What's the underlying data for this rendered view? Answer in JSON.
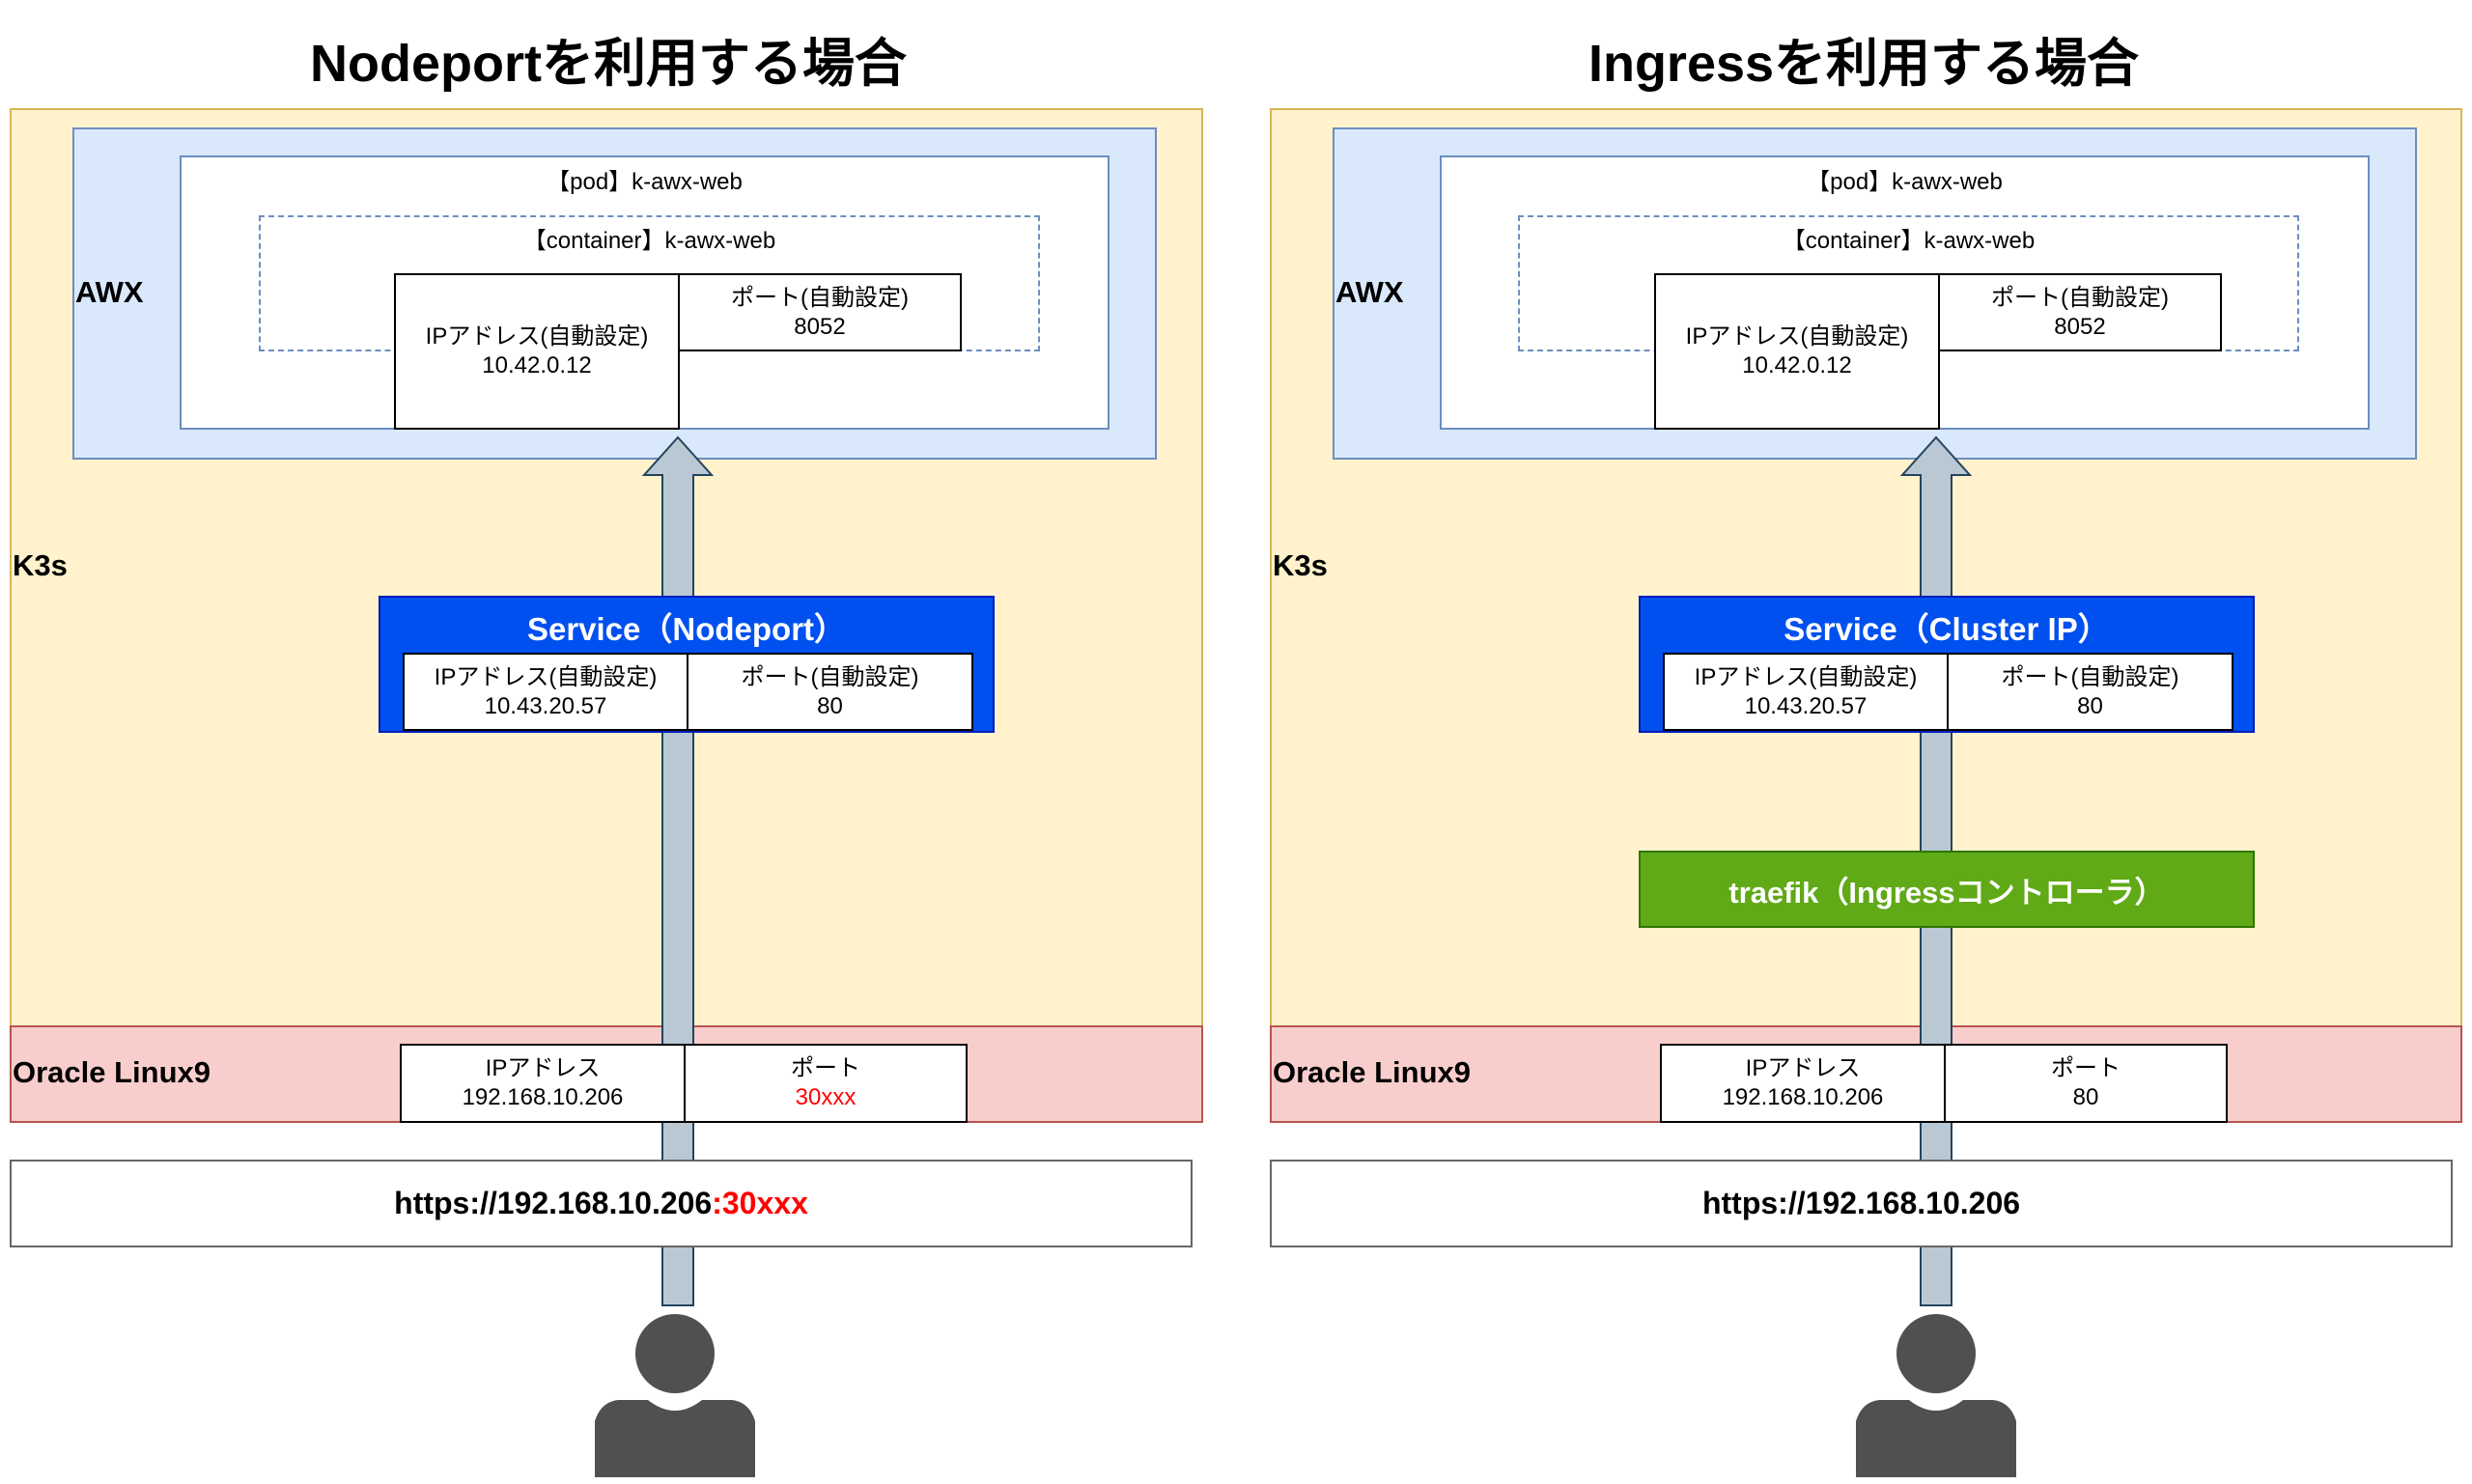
{
  "colors": {
    "k3s_fill": "#fff2cc",
    "oracle_fill": "#f8cecc",
    "awx_fill": "#dae8fc",
    "service_fill": "#0050ef",
    "traefik_fill": "#60a917",
    "arrow_fill": "#bac8d3",
    "person_fill": "#505050",
    "highlight_red": "#ff0000"
  },
  "left": {
    "title": "Nodeportを利用する場合",
    "k3s_label": "K3s",
    "awx_label": "AWX",
    "pod_label": "【pod】k-awx-web",
    "container_label": "【container】k-awx-web",
    "pod_ip": {
      "line1": "IPアドレス(自動設定)",
      "line2": "10.42.0.12"
    },
    "pod_port": {
      "line1": "ポート(自動設定)",
      "line2": "8052"
    },
    "service": {
      "title": "Service（Nodeport）",
      "ip": {
        "line1": "IPアドレス(自動設定)",
        "line2": "10.43.20.57"
      },
      "port": {
        "line1": "ポート(自動設定)",
        "line2": "80"
      }
    },
    "oracle_label": "Oracle Linux9",
    "host_ip": {
      "line1": "IPアドレス",
      "line2": "192.168.10.206"
    },
    "host_port": {
      "line1": "ポート",
      "line2": "30xxx"
    },
    "url": {
      "base": "https://192.168.10.206",
      "port_suffix": ":30xxx"
    },
    "user_icon": "user-icon"
  },
  "right": {
    "title": "Ingressを利用する場合",
    "k3s_label": "K3s",
    "awx_label": "AWX",
    "pod_label": "【pod】k-awx-web",
    "container_label": "【container】k-awx-web",
    "pod_ip": {
      "line1": "IPアドレス(自動設定)",
      "line2": "10.42.0.12"
    },
    "pod_port": {
      "line1": "ポート(自動設定)",
      "line2": "8052"
    },
    "service": {
      "title": "Service（Cluster IP）",
      "ip": {
        "line1": "IPアドレス(自動設定)",
        "line2": "10.43.20.57"
      },
      "port": {
        "line1": "ポート(自動設定)",
        "line2": "80"
      }
    },
    "traefik_label": "traefik（Ingressコントローラ）",
    "oracle_label": "Oracle Linux9",
    "host_ip": {
      "line1": "IPアドレス",
      "line2": "192.168.10.206"
    },
    "host_port": {
      "line1": "ポート",
      "line2": "80"
    },
    "url": {
      "base": "https://192.168.10.206"
    },
    "user_icon": "user-icon"
  }
}
